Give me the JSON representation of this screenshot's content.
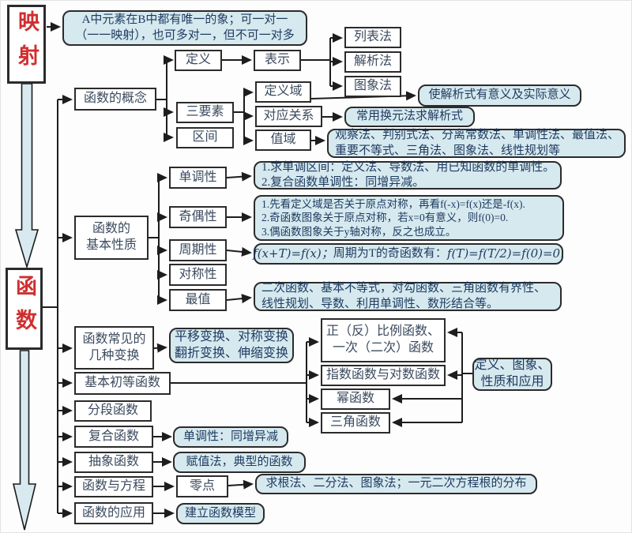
{
  "palette": {
    "accent_red": "#cf2f2f",
    "note_fill": "#d6e9ef",
    "note_text": "#1d3a5f",
    "label_text": "#3b4a5e",
    "line_color": "#1d1d1d",
    "thick_arrow_fill": "#d8eaf0"
  },
  "spine": {
    "mapping": "映射",
    "function": "函数"
  },
  "mapping_note": {
    "line1": "A中元素在B中都有唯一的象；可一对一",
    "line2": "（一一映射），也可多对一，但不可一对多"
  },
  "concept": {
    "root": "函数的概念",
    "definition": "定义",
    "representation": "表示",
    "list_method": "列表法",
    "analytic_method": "解析法",
    "graph_method": "图象法",
    "three_elements": "三要素",
    "interval": "区间",
    "domain": "定义域",
    "correspondence": "对应关系",
    "range": "值域",
    "domain_note": "使解析式有意义及实际意义",
    "correspondence_note": "常用换元法求解析式",
    "range_note_line1": "观察法、判别式法、分离常数法、单调性法、最值法、",
    "range_note_line2": "重要不等式、三角法、图象法、线性规划等"
  },
  "properties": {
    "root_line1": "函数的",
    "root_line2": "基本性质",
    "monotonicity": "单调性",
    "parity": "奇偶性",
    "periodicity": "周期性",
    "symmetry": "对称性",
    "extremum": "最值",
    "monotonicity_note_line1": "1.求单调区间：定义法、导数法、用已知函数的单调性。",
    "monotonicity_note_line2": "2.复合函数单调性：同增异减。",
    "parity_note_line1": "1.先看定义域是否关于原点对称，再看f(-x)=f(x)还是-f(x).",
    "parity_note_line2": "2.奇函数图象关于原点对称，若x=0有意义，则f(0)=0.",
    "parity_note_line3": "3.偶函数图象关于y轴对称，反之也成立。",
    "periodicity_note_f1": "f(x+T)=f(x)；",
    "periodicity_note_mid": "周期为T的奇函数有：",
    "periodicity_note_f2": "f(T)=f(T/2)=f(0)=0.",
    "extremum_note_line1": "二次函数、基本不等式，对勾函数、三角函数有界性、",
    "extremum_note_line2": "线性规划、导数、利用单调性、数形结合等。"
  },
  "transforms": {
    "root_line1": "函数常见的",
    "root_line2": "几种变换",
    "note_line1": "平移变换、对称变换",
    "note_line2": "翻折变换、伸缩变换"
  },
  "elementary": {
    "root": "基本初等函数",
    "proportional_line1": "正（反）比例函数、",
    "proportional_line2": "一次（二次）函数",
    "exp_log": "指数函数与对数函数",
    "power": "幂函数",
    "trig": "三角函数",
    "note_line1": "定义、图象、",
    "note_line2": "性质和应用"
  },
  "others": {
    "piecewise": "分段函数",
    "composite": "复合函数",
    "composite_note": "单调性：同增异减",
    "abstract": "抽象函数",
    "abstract_note": "赋值法，典型的函数",
    "equation": "函数与方程",
    "zero": "零点",
    "zero_note": "求根法、二分法、图象法；一元二次方程根的分布",
    "application": "函数的应用",
    "application_note": "建立函数模型"
  }
}
